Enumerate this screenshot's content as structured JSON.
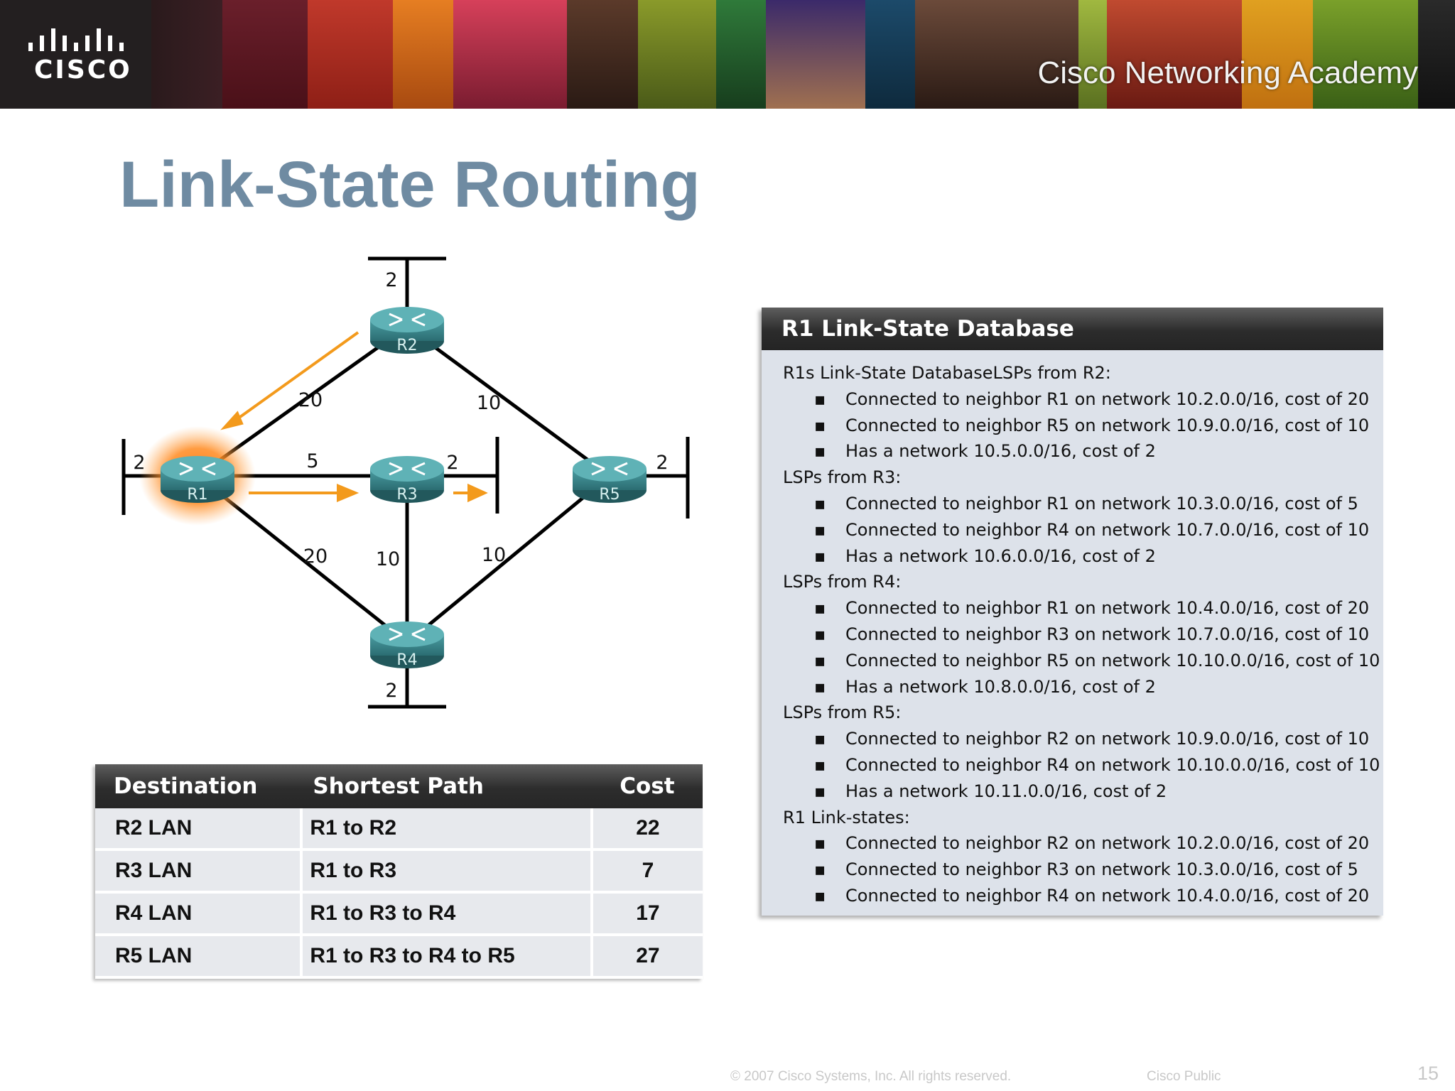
{
  "header": {
    "logo_text": "CISCO",
    "academy_text": "Cisco Networking Academy"
  },
  "slide": {
    "title": "Link-State Routing"
  },
  "diagram": {
    "routers": [
      "R1",
      "R2",
      "R3",
      "R4",
      "R5"
    ],
    "link_costs": {
      "r1_r2": "20",
      "r2_r5": "10",
      "r1_r3": "5",
      "r1_r4": "20",
      "r3_r4": "10",
      "r4_r5": "10",
      "r1_lan": "2",
      "r2_lan": "2",
      "r3_lan": "2",
      "r4_lan": "2",
      "r5_lan": "2"
    },
    "colors": {
      "flood_arrow": "#f39a1c",
      "router_body": "#3f8f94",
      "r1_glow": "#ff7a10"
    }
  },
  "route_table": {
    "headers": [
      "Destination",
      "Shortest Path",
      "Cost"
    ],
    "rows": [
      [
        "R2 LAN",
        "R1 to R2",
        "22"
      ],
      [
        "R3 LAN",
        "R1 to R3",
        "7"
      ],
      [
        "R4 LAN",
        "R1 to R3 to R4",
        "17"
      ],
      [
        "R5 LAN",
        "R1 to R3 to R4 to R5",
        "27"
      ]
    ]
  },
  "lsdb": {
    "title": "R1 Link-State Database",
    "bullet": "▪",
    "lines": [
      {
        "type": "heading",
        "text": "R1s Link-State DatabaseLSPs from R2:"
      },
      {
        "type": "item",
        "text": "Connected to neighbor R1 on network 10.2.0.0/16, cost of 20"
      },
      {
        "type": "item",
        "text": "Connected to neighbor R5 on network 10.9.0.0/16, cost of 10"
      },
      {
        "type": "item",
        "text": "Has a network 10.5.0.0/16, cost of 2"
      },
      {
        "type": "heading",
        "text": "LSPs from R3:"
      },
      {
        "type": "item",
        "text": "Connected to neighbor R1 on network 10.3.0.0/16, cost of 5"
      },
      {
        "type": "item",
        "text": "Connected to neighbor R4 on network 10.7.0.0/16, cost of 10"
      },
      {
        "type": "item",
        "text": "Has a network 10.6.0.0/16, cost of 2"
      },
      {
        "type": "heading",
        "text": "LSPs from R4:"
      },
      {
        "type": "item",
        "text": "Connected to neighbor R1 on network 10.4.0.0/16, cost of 20"
      },
      {
        "type": "item",
        "text": "Connected to neighbor R3 on network 10.7.0.0/16, cost of 10"
      },
      {
        "type": "item",
        "text": "Connected to neighbor R5 on network 10.10.0.0/16, cost of 10"
      },
      {
        "type": "item",
        "text": "Has a network 10.8.0.0/16, cost of 2"
      },
      {
        "type": "heading",
        "text": "LSPs from R5:"
      },
      {
        "type": "item",
        "text": "Connected to neighbor R2 on network 10.9.0.0/16, cost of 10"
      },
      {
        "type": "item",
        "text": "Connected to neighbor R4 on network 10.10.0.0/16, cost of 10"
      },
      {
        "type": "item",
        "text": "Has a network 10.11.0.0/16, cost of 2"
      },
      {
        "type": "heading",
        "text": "R1 Link-states:"
      },
      {
        "type": "item",
        "text": "Connected to neighbor R2 on network 10.2.0.0/16, cost of 20"
      },
      {
        "type": "item",
        "text": "Connected to neighbor R3 on network 10.3.0.0/16, cost of 5"
      },
      {
        "type": "item",
        "text": "Connected to neighbor R4 on network 10.4.0.0/16, cost of 20"
      }
    ]
  },
  "footer": {
    "copyright": "© 2007 Cisco Systems, Inc. All rights reserved.",
    "classification": "Cisco Public",
    "page_number": "15"
  }
}
